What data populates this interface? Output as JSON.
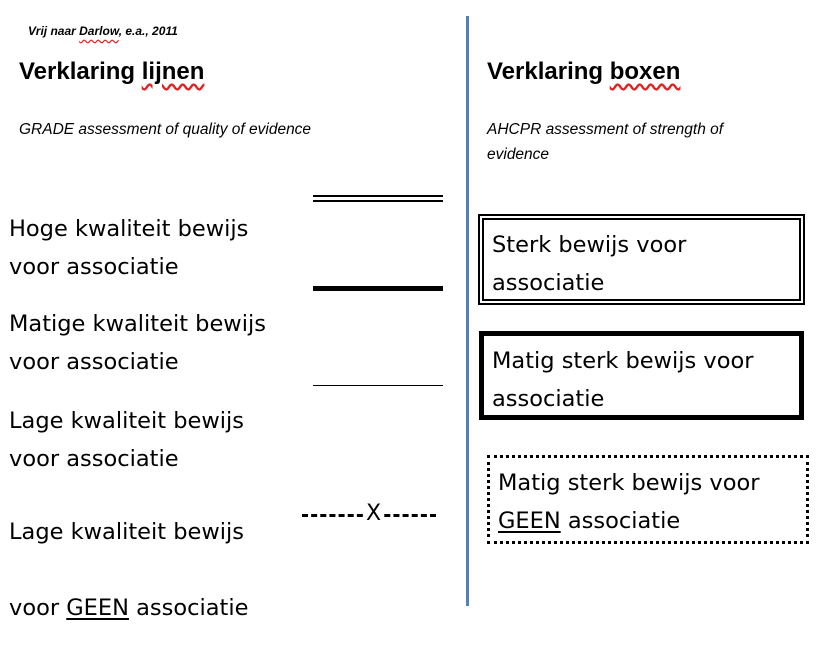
{
  "source": {
    "prefix": "Vrij naar ",
    "author": "Darlow",
    "suffix": ", e.a., 2011"
  },
  "left": {
    "heading_a": "Verklaring ",
    "heading_b": "lijnen",
    "subtitle": "GRADE assessment of quality of evidence",
    "items": [
      {
        "line1": "Hoge kwaliteit bewijs",
        "line2": "voor associatie",
        "line_style": "double"
      },
      {
        "line1": "Matige kwaliteit bewijs",
        "line2": "voor associatie",
        "line_style": "thick"
      },
      {
        "line1": "Lage kwaliteit bewijs",
        "line2": "voor associatie",
        "line_style": "thin"
      },
      {
        "line1": "Lage kwaliteit bewijs",
        "line2_a": "voor ",
        "line2_u": "GEEN",
        "line2_b": " associatie",
        "line_style": "dashed-x",
        "mark": "X"
      }
    ]
  },
  "right": {
    "heading_a": "Verklaring ",
    "heading_b": "boxen",
    "subtitle": "AHCPR assessment of  strength of evidence",
    "boxes": [
      {
        "line1": "Sterk bewijs voor",
        "line2": "associatie",
        "border": "double"
      },
      {
        "line1": "Matig sterk bewijs voor",
        "line2": "associatie",
        "border": "thick"
      },
      {
        "line1": "Matig sterk bewijs voor",
        "line2_u": "GEEN",
        "line2_b": " associatie",
        "border": "dotted"
      }
    ]
  },
  "colors": {
    "divider": "#4f81bd",
    "spellcheck": "#dd2222"
  }
}
